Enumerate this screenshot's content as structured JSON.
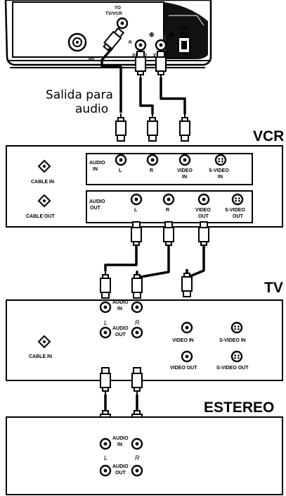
{
  "tuner": {
    "to_tv_vcr": [
      "TO",
      "TV/VCR"
    ],
    "rf": "RF",
    "audio": "AUDIO",
    "video": "VIDEO",
    "dc": [
      "+12V",
      "DC"
    ],
    "r": "R"
  },
  "callout": [
    "Salida para",
    "audio"
  ],
  "vcr": {
    "title": "VCR",
    "cable_in": "CABLE IN",
    "cable_out": "CABLE OUT",
    "in_panel": {
      "audio": [
        "AUDIO",
        "IN"
      ],
      "l": "L",
      "r": "R",
      "video": [
        "VIDEO",
        "IN"
      ],
      "svideo": [
        "S-VIDEO",
        "IN"
      ]
    },
    "out_panel": {
      "audio": [
        "AUDIO",
        "OUT"
      ],
      "l": "L",
      "r": "R",
      "video": [
        "VIDEO",
        "OUT"
      ],
      "svideo": [
        "S-VIDEO",
        "OUT"
      ]
    }
  },
  "tv": {
    "title": "TV",
    "cable_in": "CABLE IN",
    "audio_in": [
      "AUDIO",
      "IN"
    ],
    "audio_out": [
      "AUDIO",
      "OUT"
    ],
    "l": "L",
    "r": "R",
    "video_in": "VIDEO IN",
    "svideo_in": "S-VIDEO IN",
    "video_out": "VIDEO OUT",
    "svideo_out": "S-VIDEO OUT"
  },
  "stereo": {
    "title": "ESTEREO",
    "audio_in": [
      "AUDIO",
      "IN"
    ],
    "audio_out": [
      "AUDIO",
      "OUT"
    ],
    "l": "L",
    "r": "R"
  }
}
